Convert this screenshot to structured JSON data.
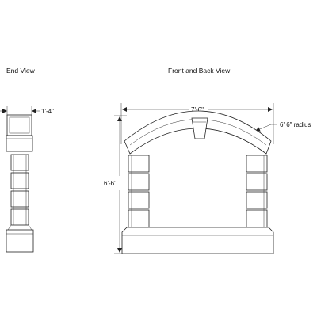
{
  "end_view": {
    "title": "End View",
    "width_dim": "1'-4\""
  },
  "front_view": {
    "title": "Front and Back View",
    "width_dim": "7'-6\"",
    "height_dim": "6'-6\"",
    "radius_dim": "6' 6\" radius"
  }
}
